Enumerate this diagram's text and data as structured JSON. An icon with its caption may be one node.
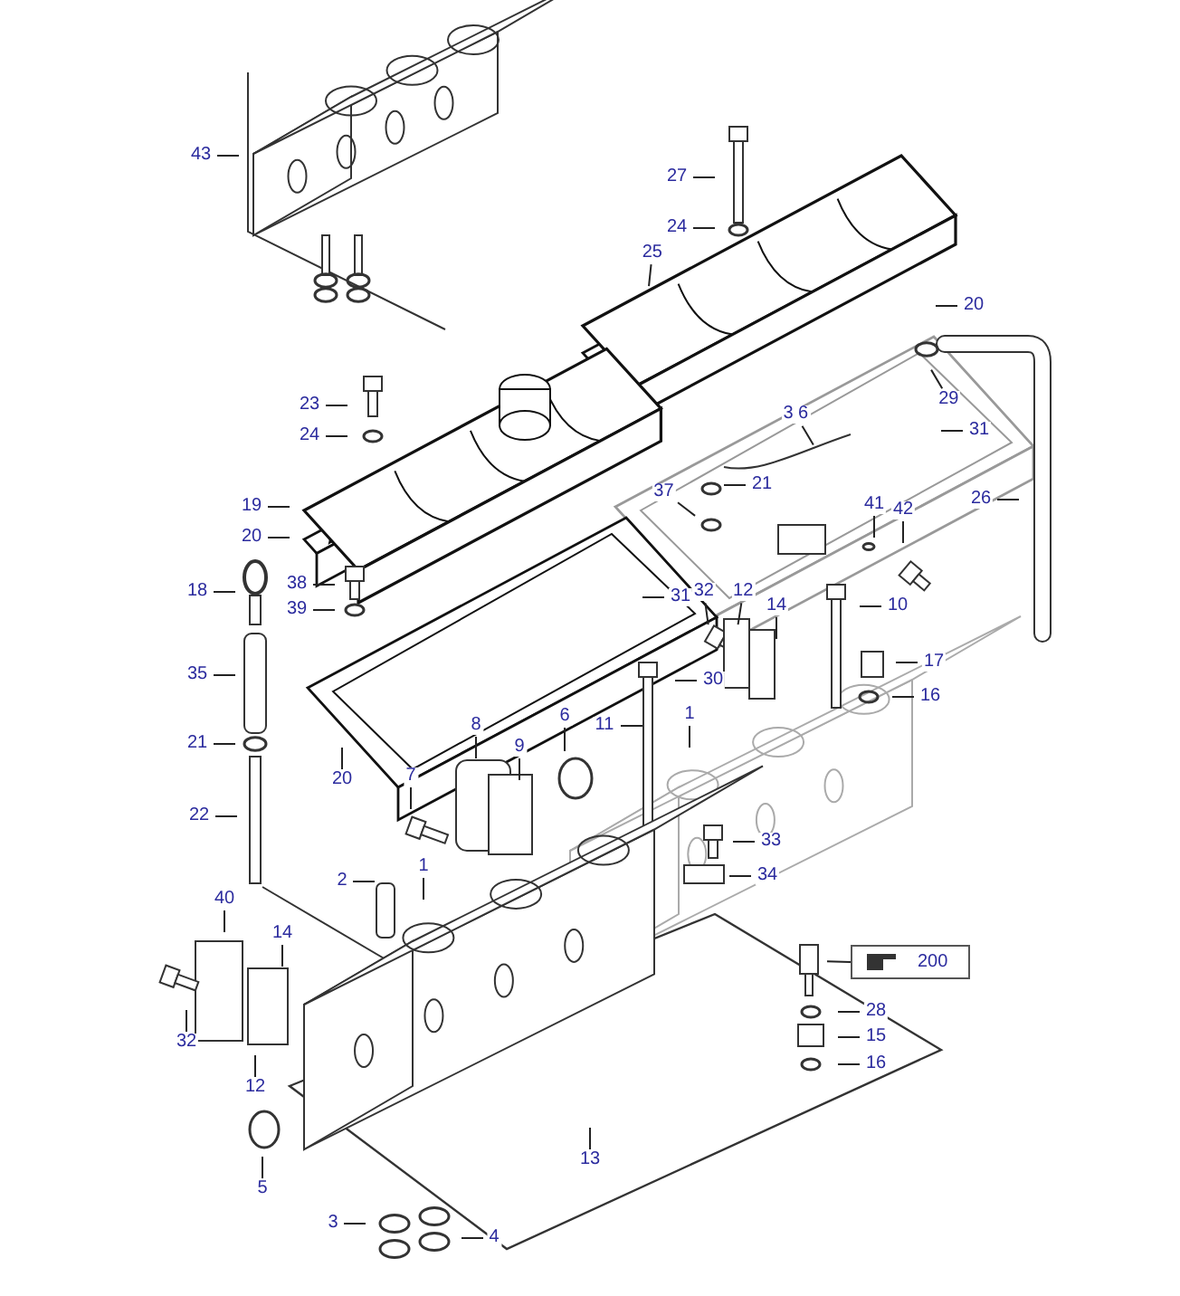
{
  "diagram": {
    "nodes": [
      {
        "text": [
          "43"
        ]
      },
      {
        "text": [
          "27"
        ]
      },
      {
        "text": [
          "24"
        ]
      },
      {
        "text": [
          "25"
        ]
      },
      {
        "text": [
          "20"
        ]
      },
      {
        "text": [
          "29"
        ]
      },
      {
        "text": [
          "23"
        ]
      },
      {
        "text": [
          "24"
        ]
      },
      {
        "text": [
          "3 6"
        ]
      },
      {
        "text": [
          "21"
        ]
      },
      {
        "text": [
          "31"
        ]
      },
      {
        "text": [
          "37"
        ]
      },
      {
        "text": [
          "26"
        ]
      },
      {
        "text": [
          "19"
        ]
      },
      {
        "text": [
          "20"
        ]
      },
      {
        "text": [
          "41"
        ]
      },
      {
        "text": [
          "42"
        ]
      },
      {
        "text": [
          "18"
        ]
      },
      {
        "text": [
          "38"
        ]
      },
      {
        "text": [
          "39"
        ]
      },
      {
        "text": [
          "31"
        ]
      },
      {
        "text": [
          "32"
        ]
      },
      {
        "text": [
          "12"
        ]
      },
      {
        "text": [
          "14"
        ]
      },
      {
        "text": [
          "10"
        ]
      },
      {
        "text": [
          "35"
        ]
      },
      {
        "text": [
          "30"
        ]
      },
      {
        "text": [
          "17"
        ]
      },
      {
        "text": [
          "16"
        ]
      },
      {
        "text": [
          "21"
        ]
      },
      {
        "text": [
          "6"
        ]
      },
      {
        "text": [
          "11"
        ]
      },
      {
        "text": [
          "1"
        ]
      },
      {
        "text": [
          "20"
        ]
      },
      {
        "text": [
          "8"
        ]
      },
      {
        "text": [
          "9"
        ]
      },
      {
        "text": [
          "7"
        ]
      },
      {
        "text": [
          "22"
        ]
      },
      {
        "text": [
          "33"
        ]
      },
      {
        "text": [
          "34"
        ]
      },
      {
        "text": [
          "2"
        ]
      },
      {
        "text": [
          "1"
        ]
      },
      {
        "text": [
          "40"
        ]
      },
      {
        "text": [
          "14"
        ]
      },
      {
        "text": [
          "200"
        ]
      },
      {
        "text": [
          "28"
        ]
      },
      {
        "text": [
          "32"
        ]
      },
      {
        "text": [
          "12"
        ]
      },
      {
        "text": [
          "15"
        ]
      },
      {
        "text": [
          "16"
        ]
      },
      {
        "text": [
          "13"
        ]
      },
      {
        "text": [
          "5"
        ]
      },
      {
        "text": [
          "3"
        ]
      },
      {
        "text": [
          "4"
        ]
      }
    ],
    "edges": [
      {
        "from": 0,
        "to": null,
        "arrow": "none"
      },
      {
        "from": 1,
        "to": null,
        "arrow": "none"
      },
      {
        "from": 2,
        "to": null,
        "arrow": "none"
      },
      {
        "from": 3,
        "to": null,
        "arrow": "none"
      },
      {
        "from": 4,
        "to": null,
        "arrow": "none"
      },
      {
        "from": 5,
        "to": null,
        "arrow": "none"
      },
      {
        "from": 6,
        "to": null,
        "arrow": "none"
      },
      {
        "from": 7,
        "to": null,
        "arrow": "none"
      },
      {
        "from": 8,
        "to": null,
        "arrow": "none"
      },
      {
        "from": 9,
        "to": null,
        "arrow": "none"
      },
      {
        "from": 10,
        "to": null,
        "arrow": "none"
      },
      {
        "from": 11,
        "to": null,
        "arrow": "none"
      },
      {
        "from": 12,
        "to": null,
        "arrow": "none"
      },
      {
        "from": 13,
        "to": null,
        "arrow": "none"
      },
      {
        "from": 14,
        "to": null,
        "arrow": "none"
      },
      {
        "from": 15,
        "to": null,
        "arrow": "none"
      },
      {
        "from": 16,
        "to": null,
        "arrow": "none"
      },
      {
        "from": 17,
        "to": null,
        "arrow": "none"
      },
      {
        "from": 18,
        "to": null,
        "arrow": "none"
      },
      {
        "from": 19,
        "to": null,
        "arrow": "none"
      },
      {
        "from": 20,
        "to": null,
        "arrow": "none"
      },
      {
        "from": 21,
        "to": null,
        "arrow": "none"
      },
      {
        "from": 22,
        "to": null,
        "arrow": "none"
      },
      {
        "from": 23,
        "to": null,
        "arrow": "none"
      },
      {
        "from": 24,
        "to": null,
        "arrow": "none"
      },
      {
        "from": 25,
        "to": null,
        "arrow": "none"
      },
      {
        "from": 26,
        "to": null,
        "arrow": "none"
      },
      {
        "from": 27,
        "to": null,
        "arrow": "none"
      },
      {
        "from": 28,
        "to": null,
        "arrow": "none"
      },
      {
        "from": 29,
        "to": null,
        "arrow": "none"
      },
      {
        "from": 30,
        "to": null,
        "arrow": "none"
      },
      {
        "from": 31,
        "to": null,
        "arrow": "none"
      },
      {
        "from": 32,
        "to": null,
        "arrow": "none"
      },
      {
        "from": 33,
        "to": null,
        "arrow": "none"
      },
      {
        "from": 34,
        "to": null,
        "arrow": "none"
      },
      {
        "from": 35,
        "to": null,
        "arrow": "none"
      },
      {
        "from": 36,
        "to": null,
        "arrow": "none"
      },
      {
        "from": 37,
        "to": null,
        "arrow": "none"
      },
      {
        "from": 38,
        "to": null,
        "arrow": "none"
      },
      {
        "from": 39,
        "to": null,
        "arrow": "none"
      },
      {
        "from": 40,
        "to": null,
        "arrow": "none"
      },
      {
        "from": 41,
        "to": null,
        "arrow": "none"
      },
      {
        "from": 42,
        "to": null,
        "arrow": "none"
      },
      {
        "from": 43,
        "to": null,
        "arrow": "none"
      },
      {
        "from": 44,
        "to": null,
        "arrow": "none"
      },
      {
        "from": 45,
        "to": null,
        "arrow": "none"
      },
      {
        "from": 46,
        "to": null,
        "arrow": "none"
      },
      {
        "from": 47,
        "to": null,
        "arrow": "none"
      },
      {
        "from": 48,
        "to": null,
        "arrow": "none"
      },
      {
        "from": 49,
        "to": null,
        "arrow": "none"
      },
      {
        "from": 50,
        "to": null,
        "arrow": "none"
      },
      {
        "from": 51,
        "to": null,
        "arrow": "none"
      },
      {
        "from": 52,
        "to": null,
        "arrow": "none"
      },
      {
        "from": 53,
        "to": null,
        "arrow": "none"
      }
    ]
  }
}
